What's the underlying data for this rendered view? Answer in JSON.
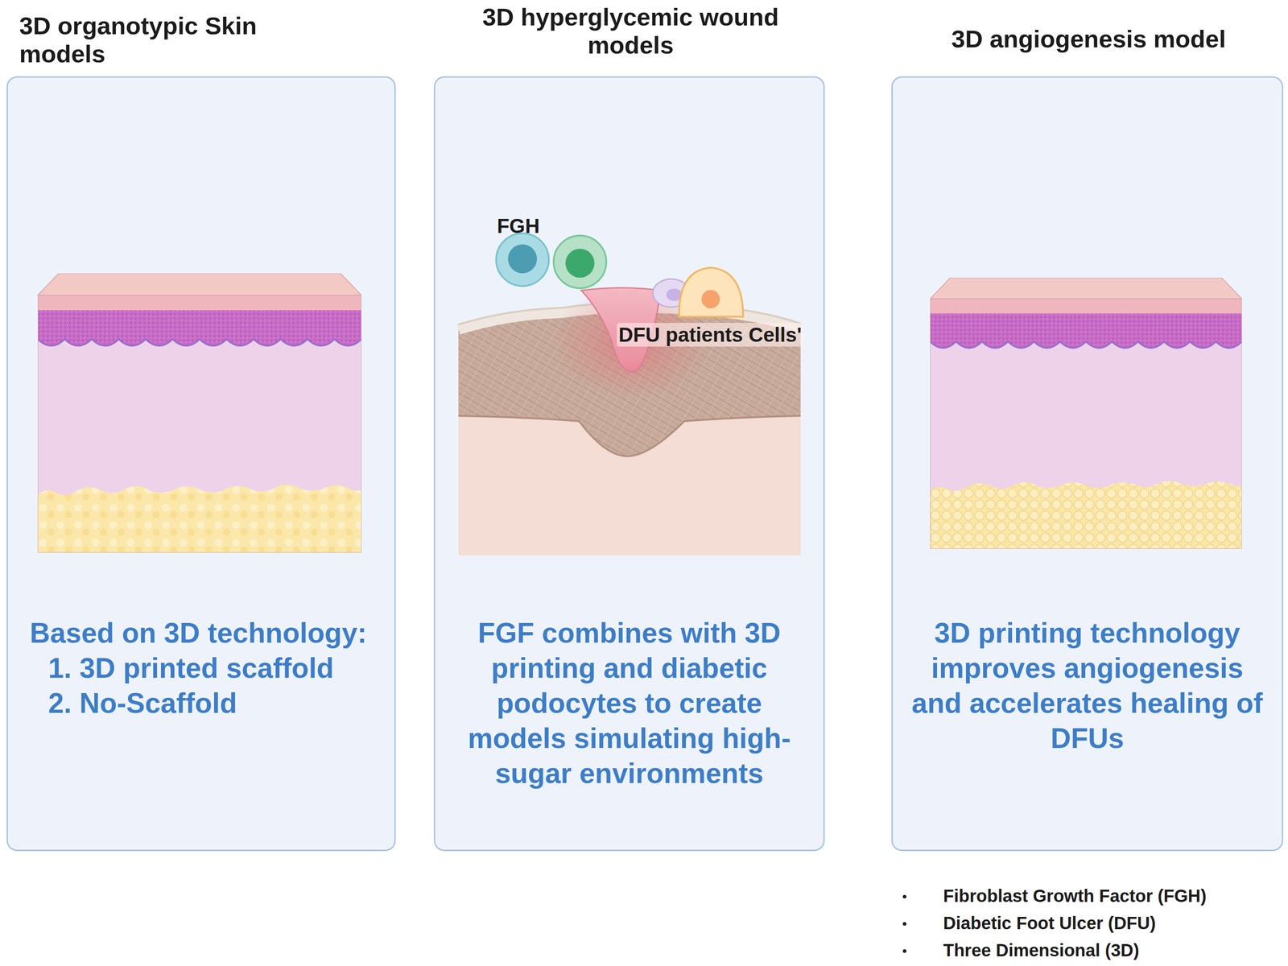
{
  "diagram": {
    "nodes": [
      {
        "text": [
          "3D organotypic Skin models",
          "Based on 3D technology:",
          "1. 3D printed scaffold",
          "2. No-Scaffold"
        ]
      },
      {
        "text": [
          "3D hyperglycemic wound models",
          "FGF combines with 3D printing and diabetic podocytes to create models simulating high-sugar environments"
        ]
      },
      {
        "text": [
          "3D angiogenesis model",
          "3D printing technology improves angiogenesis and accelerates healing of DFUs"
        ]
      }
    ],
    "labels": [
      "FGH",
      "DFU patients Cells'",
      "Fibroblast Growth Factor (FGH)",
      "Diabetic Foot Ulcer (DFU)",
      "Three Dimensional (3D)"
    ]
  }
}
